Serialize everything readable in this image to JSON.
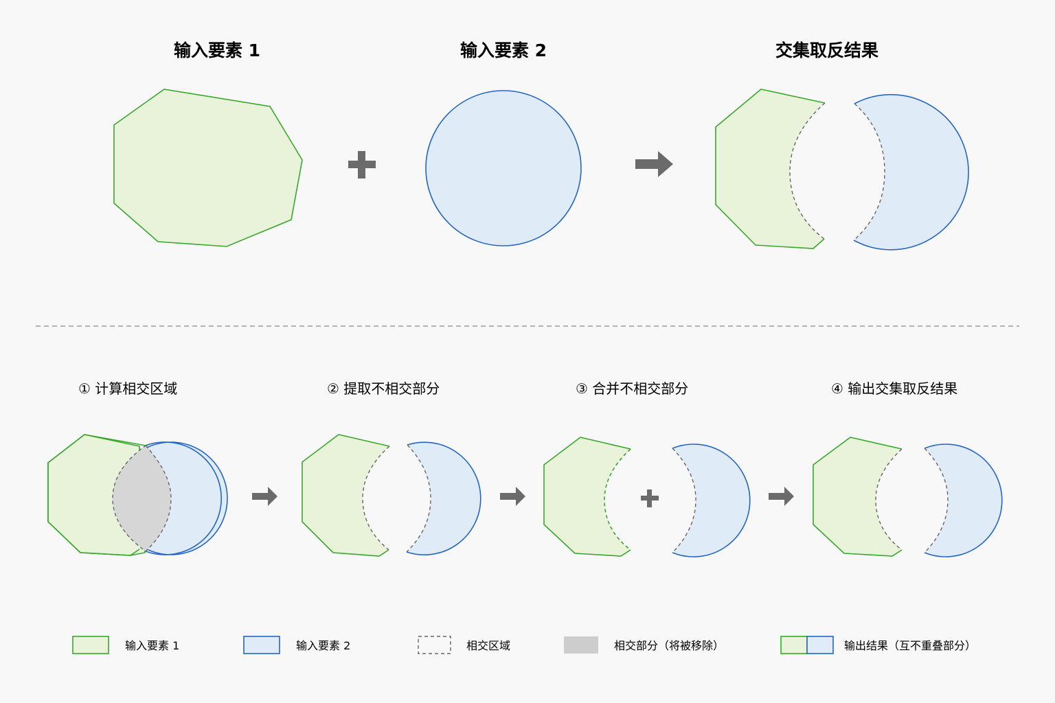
{
  "top": {
    "title_input1": "输入要素 1",
    "title_input2": "输入要素 2",
    "title_result": "交集取反结果"
  },
  "steps": [
    {
      "label": "① 计算相交区域"
    },
    {
      "label": "② 提取不相交部分"
    },
    {
      "label": "③ 合并不相交部分"
    },
    {
      "label": "④ 输出交集取反结果"
    }
  ],
  "legend": [
    {
      "label": "输入要素 1"
    },
    {
      "label": "输入要素 2"
    },
    {
      "label": "相交区域"
    },
    {
      "label": "相交部分（将被移除）"
    },
    {
      "label": "输出结果（互不重叠部分）"
    }
  ],
  "colors": {
    "green_fill": "#e8f3da",
    "green_stroke": "#3aa72e",
    "blue_fill": "#e0ebf8",
    "blue_stroke": "#2566c4",
    "gray_fill": "#d6d6d6",
    "arrow": "#6b6b6b"
  }
}
